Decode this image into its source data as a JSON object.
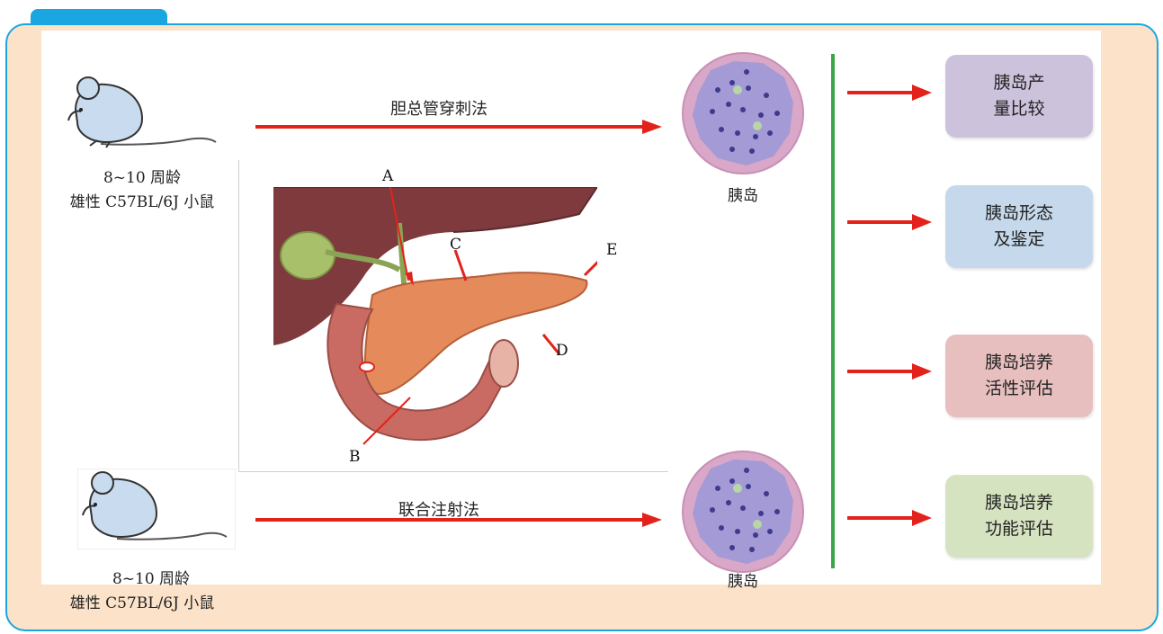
{
  "header": {
    "tab_title": "结构式摘要"
  },
  "methods": [
    {
      "mouse_age": "8~10 周龄",
      "mouse_strain": "雄性 C57BL/6J 小鼠",
      "method_label": "胆总管穿刺法",
      "islet_label": "胰岛"
    },
    {
      "mouse_age": "8~10 周龄",
      "mouse_strain": "雄性 C57BL/6J 小鼠",
      "method_label": "联合注射法",
      "islet_label": "胰岛"
    }
  ],
  "anatomy": {
    "markers": [
      "A",
      "B",
      "C",
      "D",
      "E"
    ]
  },
  "outcomes": [
    {
      "line1": "胰岛产",
      "line2": "量比较",
      "color": "#cdc2dc"
    },
    {
      "line1": "胰岛形态",
      "line2": "及鉴定",
      "color": "#c6d9ec"
    },
    {
      "line1": "胰岛培养",
      "line2": "活性评估",
      "color": "#e8bfbf"
    },
    {
      "line1": "胰岛培养",
      "line2": "功能评估",
      "color": "#d6e3c0"
    }
  ],
  "colors": {
    "accent": "#1aa6e0",
    "background": "#fbe2c9",
    "arrow": "#e3231b",
    "divider": "#3aa64a"
  },
  "icons": [
    "mouse-icon",
    "islet-image",
    "pancreas-anatomy-image",
    "right-arrow-icon"
  ]
}
